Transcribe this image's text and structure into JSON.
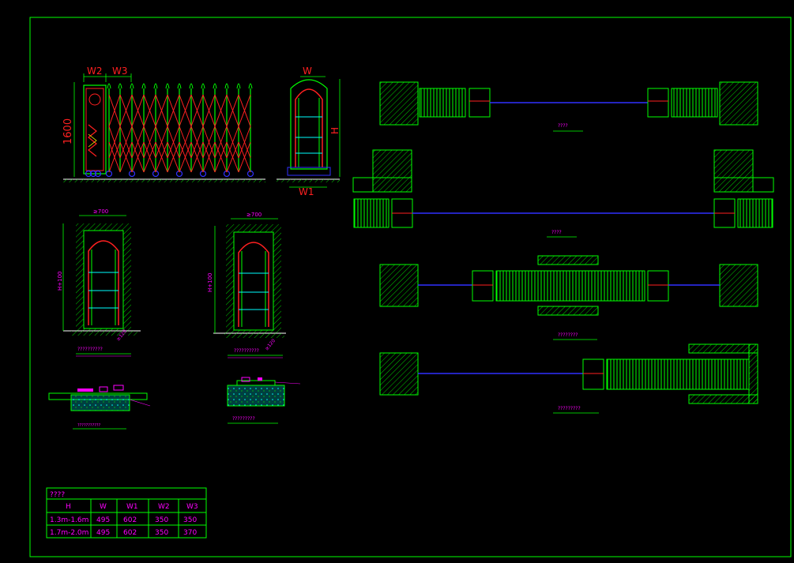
{
  "dimensions": {
    "w2": "W2",
    "w3": "W3",
    "w": "W",
    "h": "H",
    "w1": "W1",
    "height_1600": "1600"
  },
  "opening_labels": {
    "width_ge_700_a": "≥700",
    "width_ge_700_b": "≥700",
    "height_a": "H+100",
    "height_b": "H+100",
    "side_a": "≥120",
    "side_b": "≥120"
  },
  "captions": {
    "plan_1": "????",
    "plan_2": "????",
    "plan_3": "????????",
    "plan_4": "?????????",
    "niche_1": "??????????",
    "niche_2": "??????????",
    "track_1": "???????????",
    "track_2": "?????????"
  },
  "table": {
    "title": "????",
    "headers": [
      "H",
      "W",
      "W1",
      "W2",
      "W3"
    ],
    "rows": [
      [
        "1.3m-1.6m",
        "495",
        "602",
        "350",
        "350"
      ],
      [
        "1.7m-2.0m",
        "495",
        "602",
        "350",
        "370"
      ]
    ]
  },
  "colors": {
    "green": "#00ff00",
    "red": "#ff2020",
    "magenta": "#ff00ff",
    "blue": "#3030ff",
    "yellow": "#ffff00",
    "cyan": "#00ffff",
    "white": "#ffffff"
  }
}
